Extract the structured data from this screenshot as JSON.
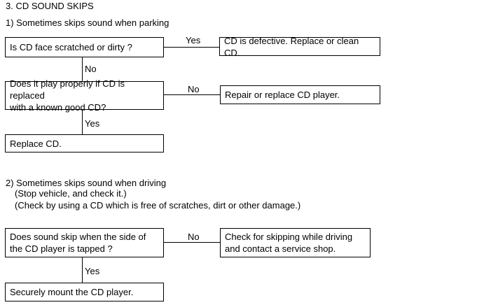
{
  "heading": "3.  CD SOUND SKIPS",
  "section1": {
    "title": "1) Sometimes skips sound when parking",
    "q1": "Is CD face scratched or dirty ?",
    "q1_yes_label": "Yes",
    "q1_yes_result": "CD is defective. Replace or clean CD.",
    "q1_no_label": "No",
    "q2_line1": "Does it play properly if CD is replaced",
    "q2_line2": "with a known good CD?",
    "q2_no_label": "No",
    "q2_no_result": "Repair or replace CD player.",
    "q2_yes_label": "Yes",
    "q2_yes_result": "Replace CD."
  },
  "section2": {
    "title": "2) Sometimes skips sound when driving",
    "note1": "(Stop vehicle, and check it.)",
    "note2": "(Check by using a CD which is free of scratches, dirt or other damage.)",
    "q1_line1": "Does sound skip when the side of",
    "q1_line2": "the CD player is tapped ?",
    "q1_no_label": "No",
    "q1_no_result_line1": "Check for skipping while driving",
    "q1_no_result_line2": "and contact a service shop.",
    "q1_yes_label": "Yes",
    "q1_yes_result": "Securely mount the CD player."
  }
}
